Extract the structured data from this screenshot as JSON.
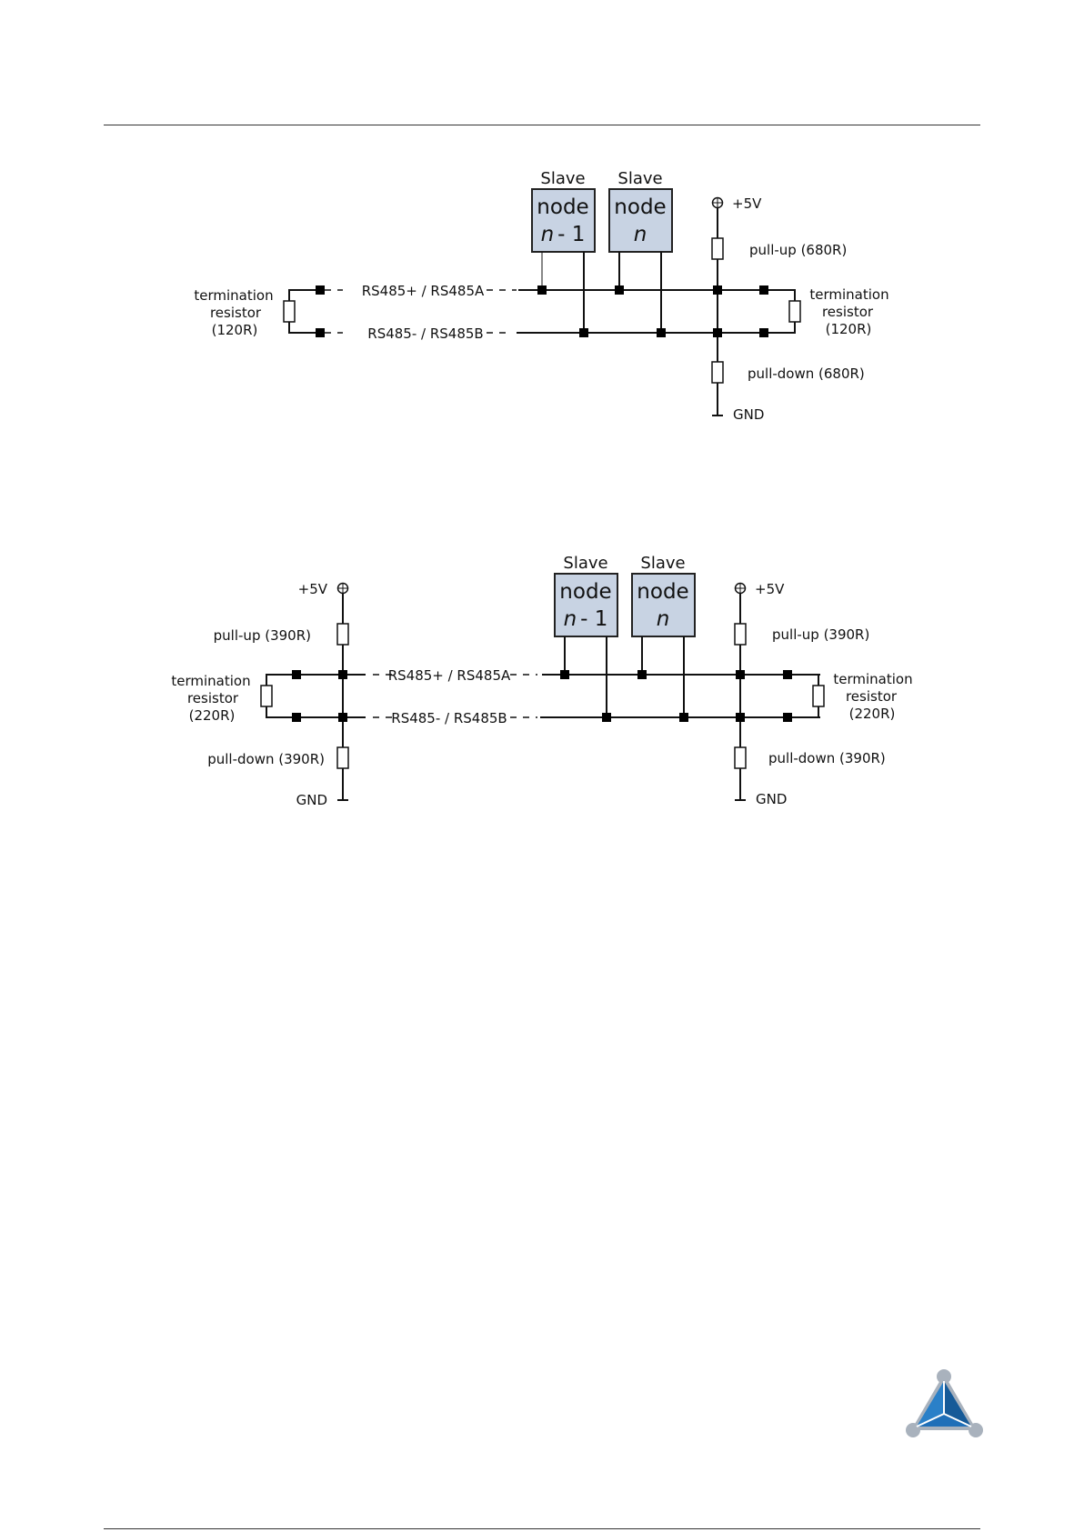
{
  "diagram_1": {
    "slave_label": "Slave",
    "node_left": {
      "title": "node",
      "var": "n",
      "suffix": "- 1"
    },
    "node_right": {
      "title": "node",
      "var": "n"
    },
    "vcc_label": "+5V",
    "pullup_label": "pull-up (680R)",
    "pulldown_label": "pull-down (680R)",
    "gnd_label": "GND",
    "bus_plus_label": "RS485+ / RS485A",
    "bus_minus_label": "RS485- / RS485B",
    "termination": {
      "line1": "termination",
      "line2": "resistor",
      "value": "(120R)"
    }
  },
  "diagram_2": {
    "slave_label": "Slave",
    "node_left": {
      "title": "node",
      "var": "n",
      "suffix": "- 1"
    },
    "node_right": {
      "title": "node",
      "var": "n"
    },
    "vcc_label": "+5V",
    "pullup_label": "pull-up (390R)",
    "pulldown_label": "pull-down (390R)",
    "gnd_label": "GND",
    "bus_plus_label": "RS485+ / RS485A",
    "bus_minus_label": "RS485- / RS485B",
    "termination": {
      "line1": "termination",
      "line2": "resistor",
      "value": "(220R)"
    }
  },
  "logo": {
    "name": "trinamic-logo",
    "colors": {
      "blue": "#1f6fb8",
      "grey": "#a9b2bd"
    }
  }
}
